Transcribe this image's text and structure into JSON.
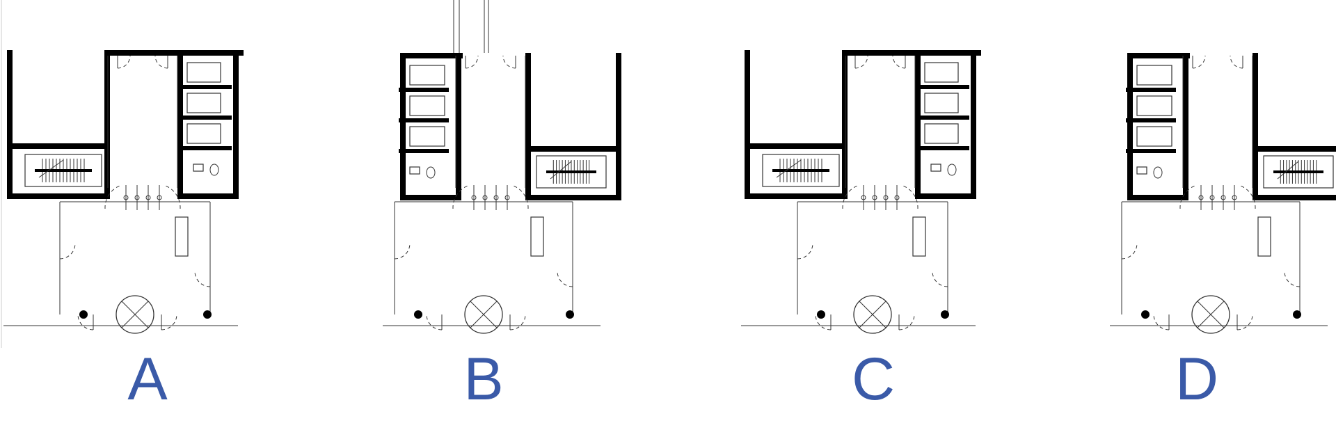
{
  "figure": {
    "options": [
      {
        "label": "A",
        "variant": "stair-left"
      },
      {
        "label": "B",
        "variant": "stair-right"
      },
      {
        "label": "C",
        "variant": "stair-left"
      },
      {
        "label": "D",
        "variant": "stair-right"
      }
    ]
  },
  "colors": {
    "wall": "#000000",
    "line": "#333333",
    "label": "#3a5aa8",
    "background": "#ffffff"
  },
  "icons": {
    "revolving_door": "revolving-door-icon",
    "column": "column-icon",
    "stair": "stair-icon",
    "toilet": "toilet-icon",
    "sofa": "sofa-icon",
    "swing_door": "door-swing-icon"
  }
}
